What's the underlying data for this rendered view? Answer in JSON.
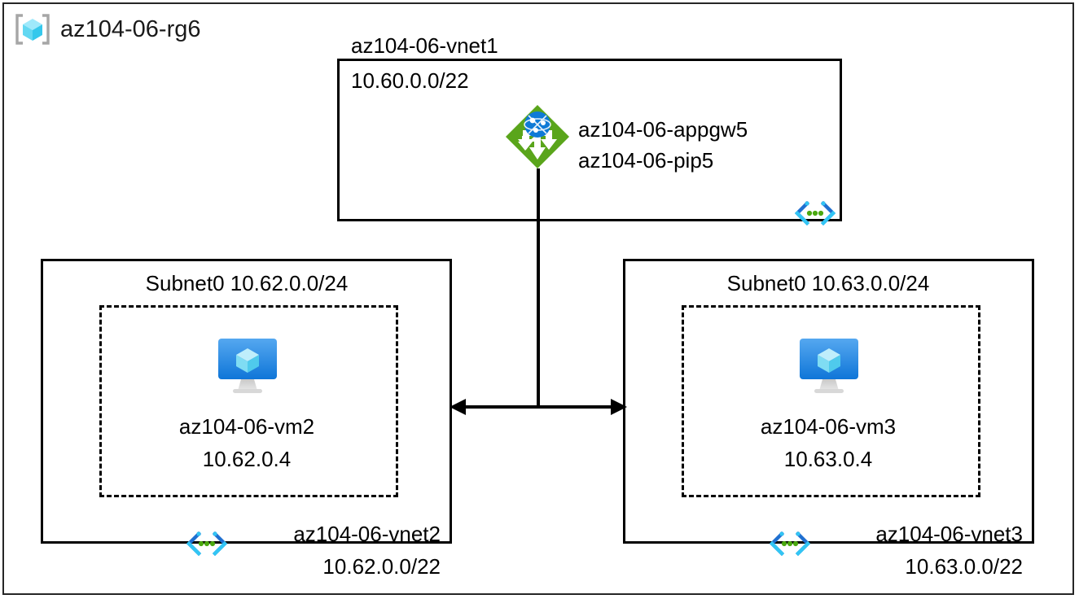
{
  "resource_group": {
    "name": "az104-06-rg6",
    "icon": "resource-group-cube-icon"
  },
  "vnet1": {
    "title": "az104-06-vnet1",
    "address_space": "10.60.0.0/22",
    "vnet_icon": "virtual-network-icon",
    "appgw": {
      "icon": "application-gateway-icon",
      "name": "az104-06-appgw5",
      "public_ip": "az104-06-pip5"
    }
  },
  "vnet2": {
    "subnet_label": "Subnet0 10.62.0.0/24",
    "vm": {
      "icon": "virtual-machine-icon",
      "name": "az104-06-vm2",
      "ip": "10.62.0.4"
    },
    "vnet_icon": "virtual-network-icon",
    "name": "az104-06-vnet2",
    "address_space": "10.62.0.0/22"
  },
  "vnet3": {
    "subnet_label": "Subnet0 10.63.0.0/24",
    "vm": {
      "icon": "virtual-machine-icon",
      "name": "az104-06-vm3",
      "ip": "10.63.0.4"
    },
    "vnet_icon": "virtual-network-icon",
    "name": "az104-06-vnet3",
    "address_space": "10.63.0.0/22"
  },
  "connectors": {
    "peering_arrow": "bidirectional-peering-arrow",
    "gateway_drop_line": "gateway-connection-line"
  },
  "colors": {
    "line": "#000000",
    "rg_border": "#262626",
    "appgw_green": "#5aa51b",
    "appgw_globe_blue": "#0f7ad6",
    "vnet_bracket_blue": "#1f6fd0",
    "vnet_bracket_cyan": "#32c5f4",
    "vnet_dot_green": "#4aa80f",
    "vm_monitor_blue": "#1b86e8",
    "cube_cyan": "#7fe2f7",
    "rg_bracket_gray": "#a6a6a6"
  }
}
